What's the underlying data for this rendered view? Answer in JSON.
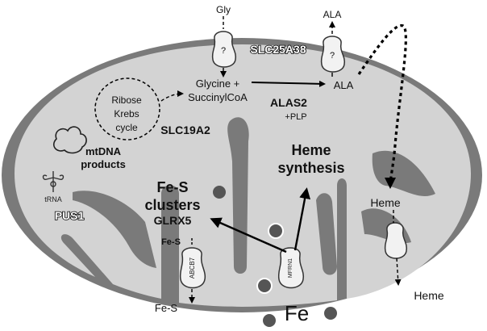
{
  "diagram": {
    "molecules": {
      "gly": "Gly",
      "ala_out": "ALA",
      "ala_in": "ALA",
      "glycine": "Glycine +",
      "succinylcoa": "SuccinylCoA",
      "heme_mid": "Heme",
      "heme_out": "Heme",
      "fe": "Fe",
      "fes_out": "Fe-S",
      "fes_in": "Fe-S"
    },
    "proteins": {
      "slc25a38": "SLC25A38",
      "slc19a2": "SLC19A2",
      "alas2": "ALAS2",
      "plp": "+PLP",
      "glrx5": "GLRX5",
      "pus1": "PUS1",
      "abcb7": "ABCB7",
      "mfrn1": "MFRN1",
      "unknown_carrier": "?"
    },
    "processes": {
      "ribose_krebs": [
        "Ribose",
        "Krebs",
        "cycle"
      ],
      "mtdna": [
        "mtDNA",
        "products"
      ],
      "trna": "tRNA",
      "fes_clusters": [
        "Fe-S",
        "clusters"
      ],
      "heme_synthesis": [
        "Heme",
        "synthesis"
      ]
    },
    "colors": {
      "outer_membrane": "#7a7a7a",
      "matrix": "#d3d3d3",
      "iron_dot": "#555555",
      "background": "#ffffff"
    }
  }
}
